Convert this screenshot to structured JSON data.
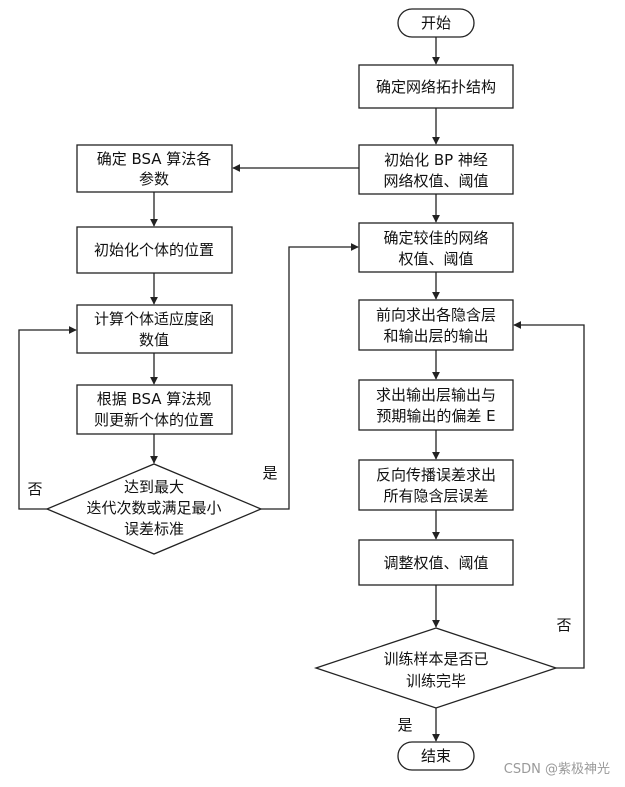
{
  "nodes": {
    "start": "开始",
    "net_topology": "确定网络拓扑结构",
    "init_bp_l1": "初始化 BP 神经",
    "init_bp_l2": "网络权值、阈值",
    "bsa_params_l1": "确定 BSA 算法各",
    "bsa_params_l2": "参数",
    "init_positions": "初始化个体的位置",
    "fitness_l1": "计算个体适应度函",
    "fitness_l2": "数值",
    "update_l1": "根据 BSA 算法规",
    "update_l2": "则更新个体的位置",
    "cond1_l1": "达到最大",
    "cond1_l2": "迭代次数或满足最小",
    "cond1_l3": "误差标准",
    "best_weights_l1": "确定较佳的网络",
    "best_weights_l2": "权值、阈值",
    "forward_l1": "前向求出各隐含层",
    "forward_l2": "和输出层的输出",
    "error_l1": "求出输出层输出与",
    "error_l2": "预期输出的偏差 E",
    "backprop_l1": "反向传播误差求出",
    "backprop_l2": "所有隐含层误差",
    "adjust": "调整权值、阈值",
    "cond2_l1": "训练样本是否已",
    "cond2_l2": "训练完毕",
    "end": "结束"
  },
  "edge_labels": {
    "cond1_no": "否",
    "cond1_yes": "是",
    "cond2_no": "否",
    "cond2_yes": "是"
  },
  "watermark": "CSDN @紫极神光"
}
